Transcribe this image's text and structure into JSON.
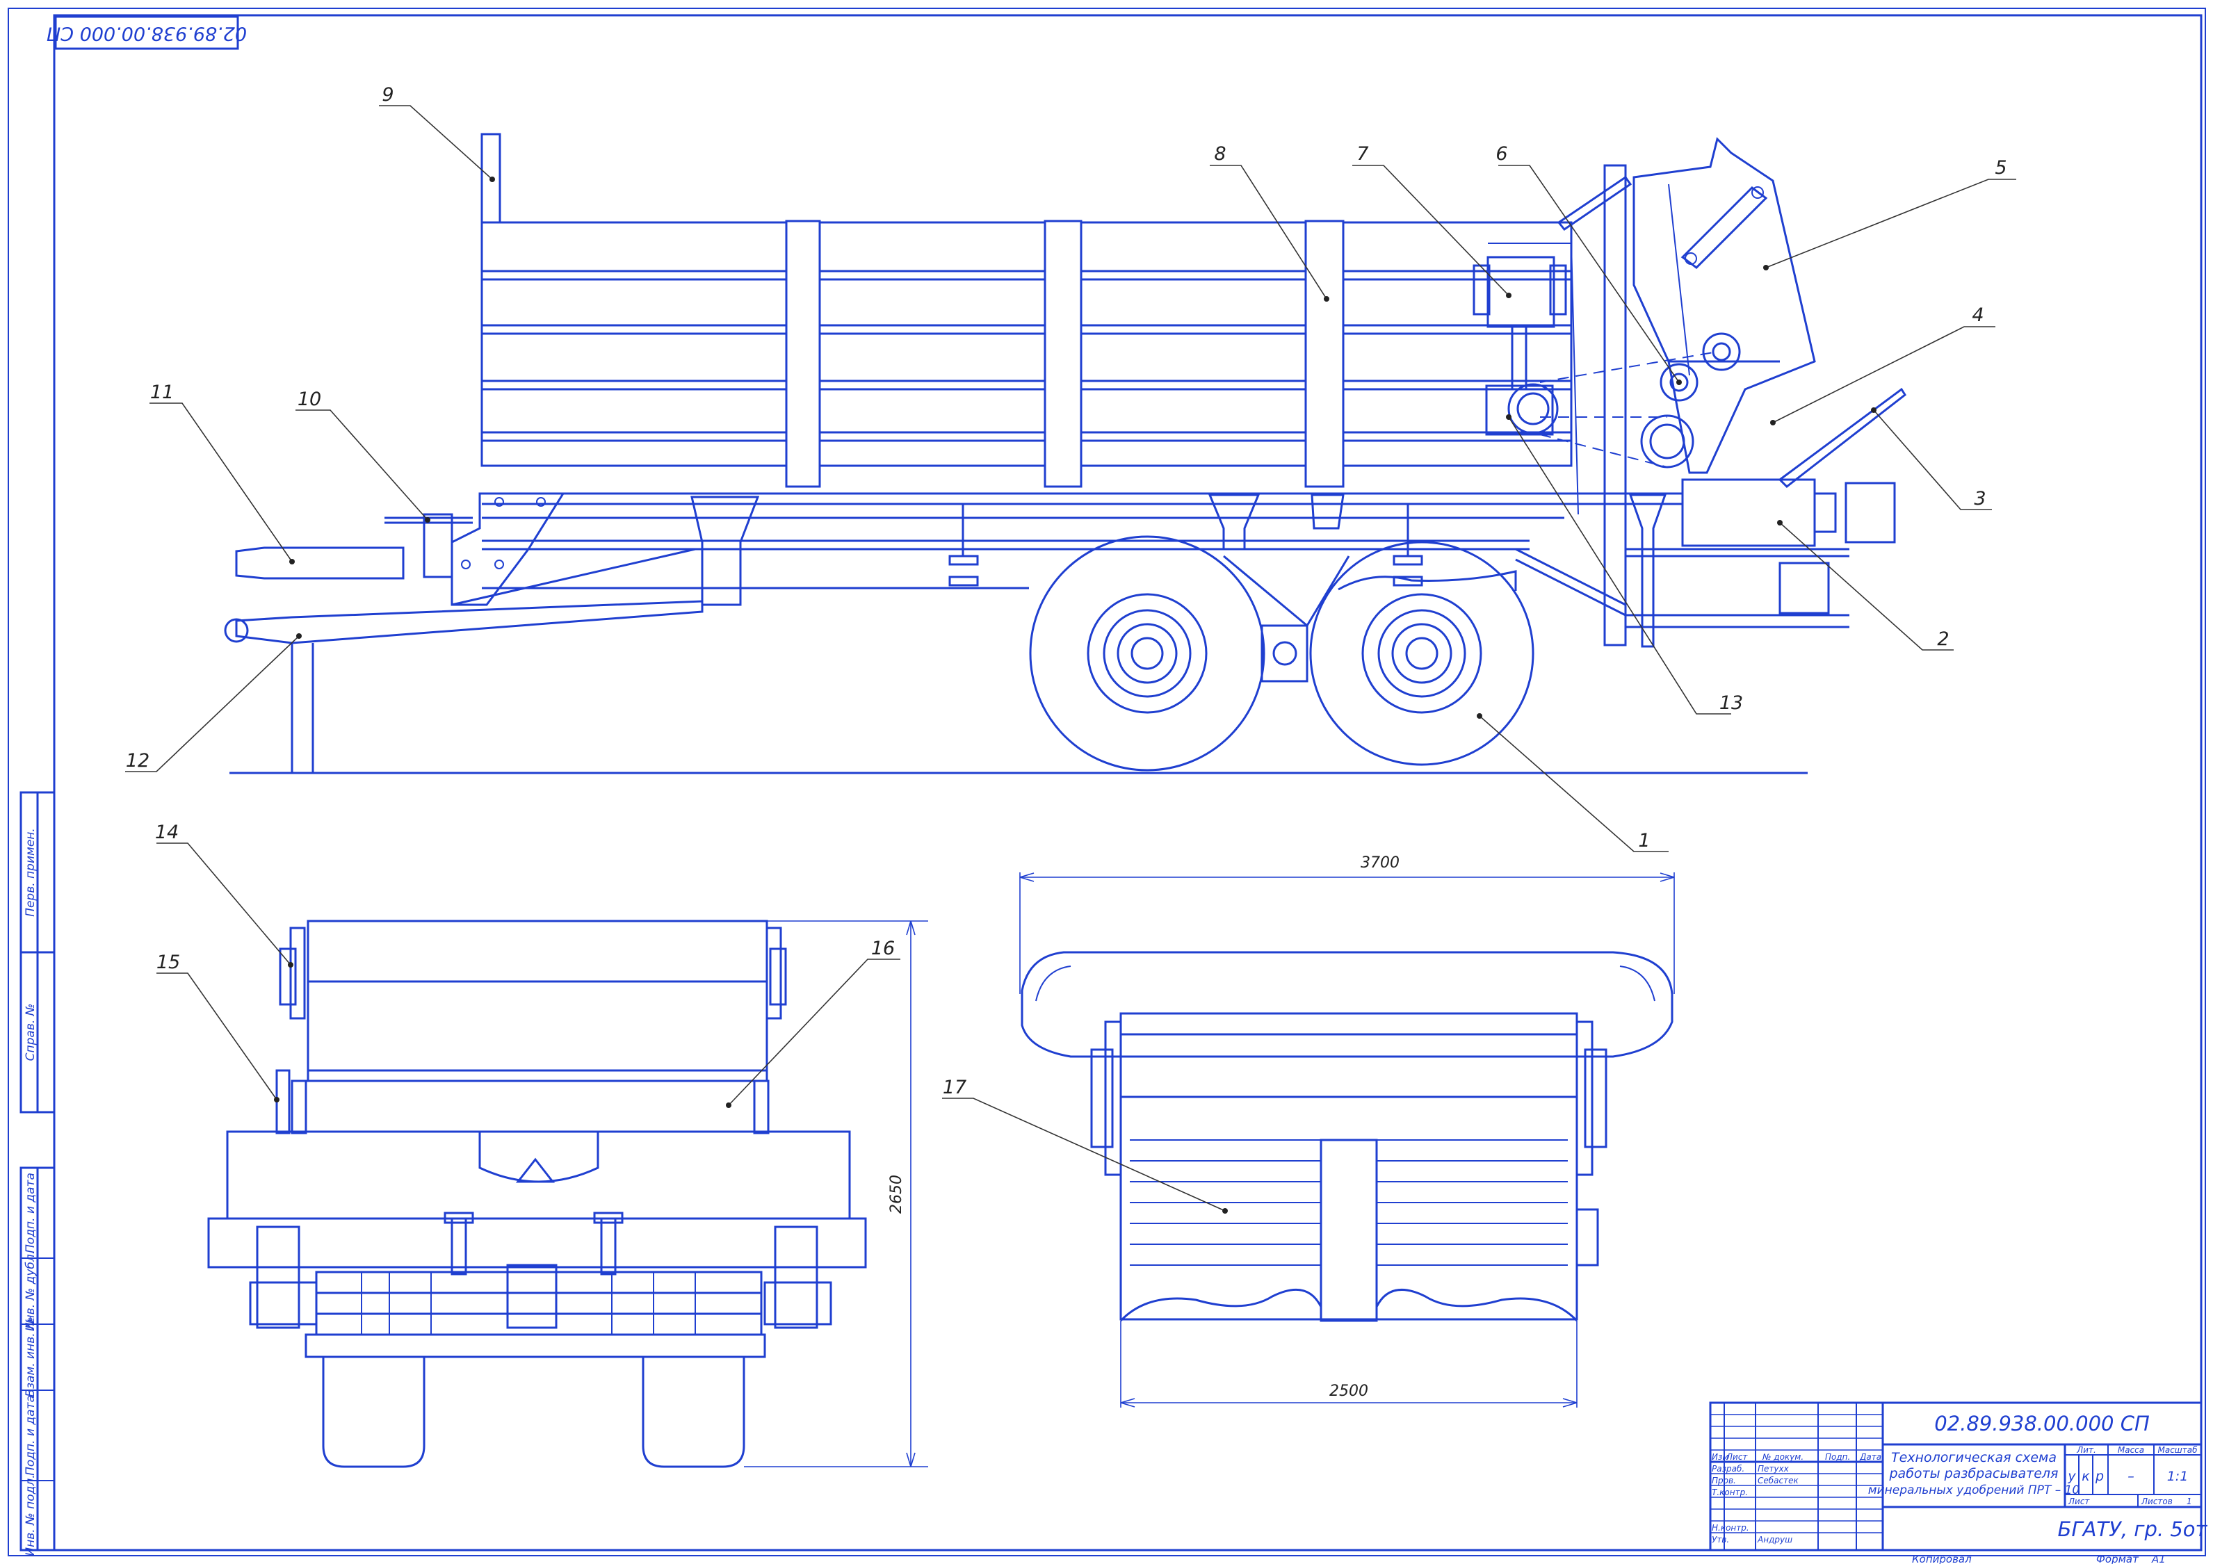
{
  "drawing": {
    "code_main": "02.89.938.00.000 СП",
    "code_corner": "02.89.938.00.000 СП",
    "title_lines": [
      "Технологическая схема",
      "работы разбрасывателя",
      "минеральных удобрений ПРТ – 10"
    ],
    "organization": "БГАТУ, гр. 5от",
    "lit_header": "Лит.",
    "lit_letters": [
      "у",
      "к",
      "р"
    ],
    "mass_header": "Масса",
    "mass_value": "–",
    "scale_header": "Масштаб",
    "scale_value": "1:1",
    "sheet_label": "Лист",
    "sheets_label": "Листов",
    "sheets_value": "1",
    "copied_label": "Копировал",
    "format_label": "Формат",
    "format_value": "А1"
  },
  "title_block": {
    "headers": [
      "Изм",
      "Лист",
      "№ докум.",
      "Подп.",
      "Дата"
    ],
    "roles": [
      "Разраб.",
      "Пров.",
      "Т.контр.",
      "",
      "Н.контр.",
      "Утв."
    ],
    "names": [
      "Петухх",
      "Себастек",
      "",
      "",
      "",
      "Андруш"
    ]
  },
  "side_strip": [
    "Перв. примен.",
    "Справ. №",
    "Подп. и дата",
    "Инв. № дубл.",
    "Взам. инв. №",
    "Подп. и дата",
    "Инв. № подл."
  ],
  "callouts": [
    "1",
    "2",
    "3",
    "4",
    "5",
    "6",
    "7",
    "8",
    "9",
    "10",
    "11",
    "12",
    "13",
    "14",
    "15",
    "16",
    "17"
  ],
  "dimensions": {
    "overall_width": "3700",
    "body_width": "2500",
    "height": "2650"
  }
}
